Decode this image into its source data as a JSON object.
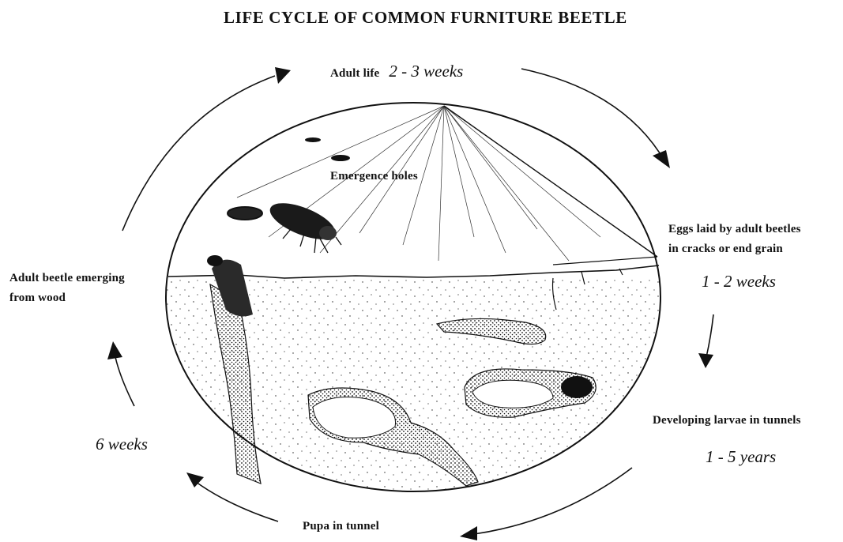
{
  "title": "LIFE CYCLE OF COMMON FURNITURE BEETLE",
  "stages": {
    "adult_life": {
      "label": "Adult life",
      "duration": "2 - 3 weeks"
    },
    "eggs": {
      "line1": "Eggs laid by adult beetles",
      "line2": "in cracks or end grain",
      "duration": "1 - 2 weeks"
    },
    "larvae": {
      "label": "Developing larvae in tunnels",
      "duration": "1 - 5 years"
    },
    "pupa": {
      "label": "Pupa in tunnel"
    },
    "emerging": {
      "line1": "Adult beetle emerging",
      "line2": "from wood",
      "duration": "6 weeks"
    }
  },
  "illustration": {
    "holes_label": "Emergence holes"
  },
  "colors": {
    "ink": "#111111",
    "background": "#ffffff"
  }
}
